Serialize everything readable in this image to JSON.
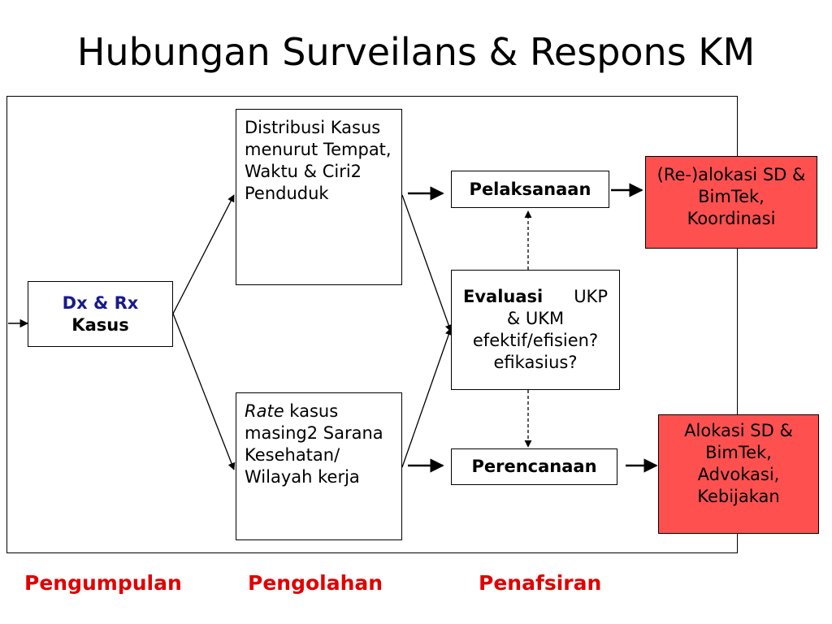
{
  "title": "Hubungan Surveilans & Respons KM",
  "boxes": {
    "dxrx": {
      "line1": "Dx & Rx",
      "line2": "Kasus"
    },
    "distribusi": {
      "text": "Distribusi Kasus menurut Tempat, Waktu & Ciri2 Penduduk"
    },
    "rate": {
      "italic": "Rate",
      "text": " kasus masing2 Sarana Kesehatan/ Wilayah kerja"
    },
    "pelaksanaan": {
      "text": "Pelaksanaan"
    },
    "evaluasi": {
      "bold": "Evaluasi",
      "rest1": "UKP",
      "rest2": "& UKM efektif/efisien? efikasius?"
    },
    "perencanaan": {
      "text": "Perencanaan"
    },
    "realokasi": {
      "text": "(Re-)alokasi SD & BimTek, Koordinasi"
    },
    "alokasi": {
      "text": "Alokasi SD & BimTek, Advokasi, Kebijakan"
    }
  },
  "footer": {
    "pengumpulan": "Pengumpulan",
    "pengolahan": "Pengolahan",
    "penafsiran": "Penafsiran"
  },
  "colors": {
    "red_fill": "#ff5050",
    "footer_red": "#e00000",
    "dx_blue": "#1a1a8c"
  }
}
